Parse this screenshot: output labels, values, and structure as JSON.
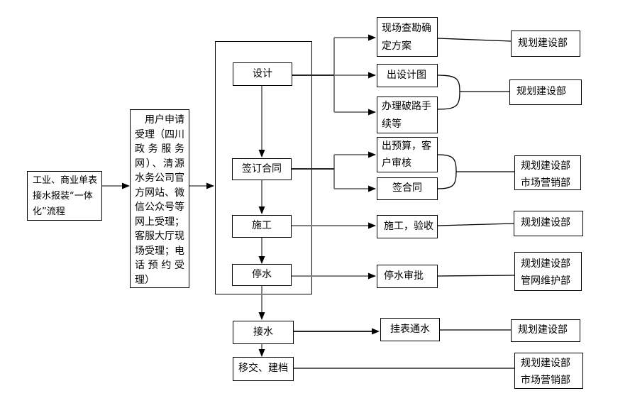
{
  "diagram_title": "工业、商业单表接水报装“一体化”流程",
  "colors": {
    "background": "#ffffff",
    "box_border": "#000000",
    "arrow_shaft": "#7f7f7f",
    "arrow_head": "#000000",
    "plain_line": "#000000",
    "text": "#000000"
  },
  "boxes": {
    "start": {
      "lines": [
        "工业、商业单表",
        "接水报装“一体",
        "化”流程"
      ]
    },
    "apply": {
      "lines": [
        "用户申请",
        "受理（四川",
        "政务服务",
        "网）、清源",
        "水务公司官",
        "方网站、微",
        "信公众号等",
        "网上受理；",
        "客服大厅现",
        "场受理；电",
        "话预约受",
        "理）"
      ]
    },
    "design": {
      "label": "设计"
    },
    "contract": {
      "label": "签订合同"
    },
    "construction": {
      "label": "施工"
    },
    "water_stop": {
      "label": "停水"
    },
    "water_connect": {
      "label": "接水"
    },
    "handover": {
      "label": "移交、建档"
    },
    "survey": {
      "lines": [
        "现场查勘确",
        "定方案"
      ]
    },
    "drawing": {
      "label": "出设计图"
    },
    "road_permit": {
      "lines": [
        "办理破路手",
        "续等"
      ]
    },
    "budget": {
      "lines": [
        "出预算，客",
        "户审核"
      ]
    },
    "sign_contract": {
      "label": "签合同"
    },
    "construct_accept": {
      "label": "施工，验收"
    },
    "stop_approval": {
      "label": "停水审批"
    },
    "meter_water": {
      "label": "挂表通水"
    },
    "dept_survey": {
      "label": "规划建设部"
    },
    "dept_drawing": {
      "label": "规划建设部"
    },
    "dept_contract": {
      "lines": [
        "规划建设部",
        "市场营销部"
      ]
    },
    "dept_construct": {
      "label": "规划建设部"
    },
    "dept_stop": {
      "lines": [
        "规划建设部",
        "管网维护部"
      ]
    },
    "dept_meter": {
      "label": "规划建设部"
    },
    "dept_handover": {
      "lines": [
        "规划建设部",
        "市场营销部"
      ]
    }
  }
}
